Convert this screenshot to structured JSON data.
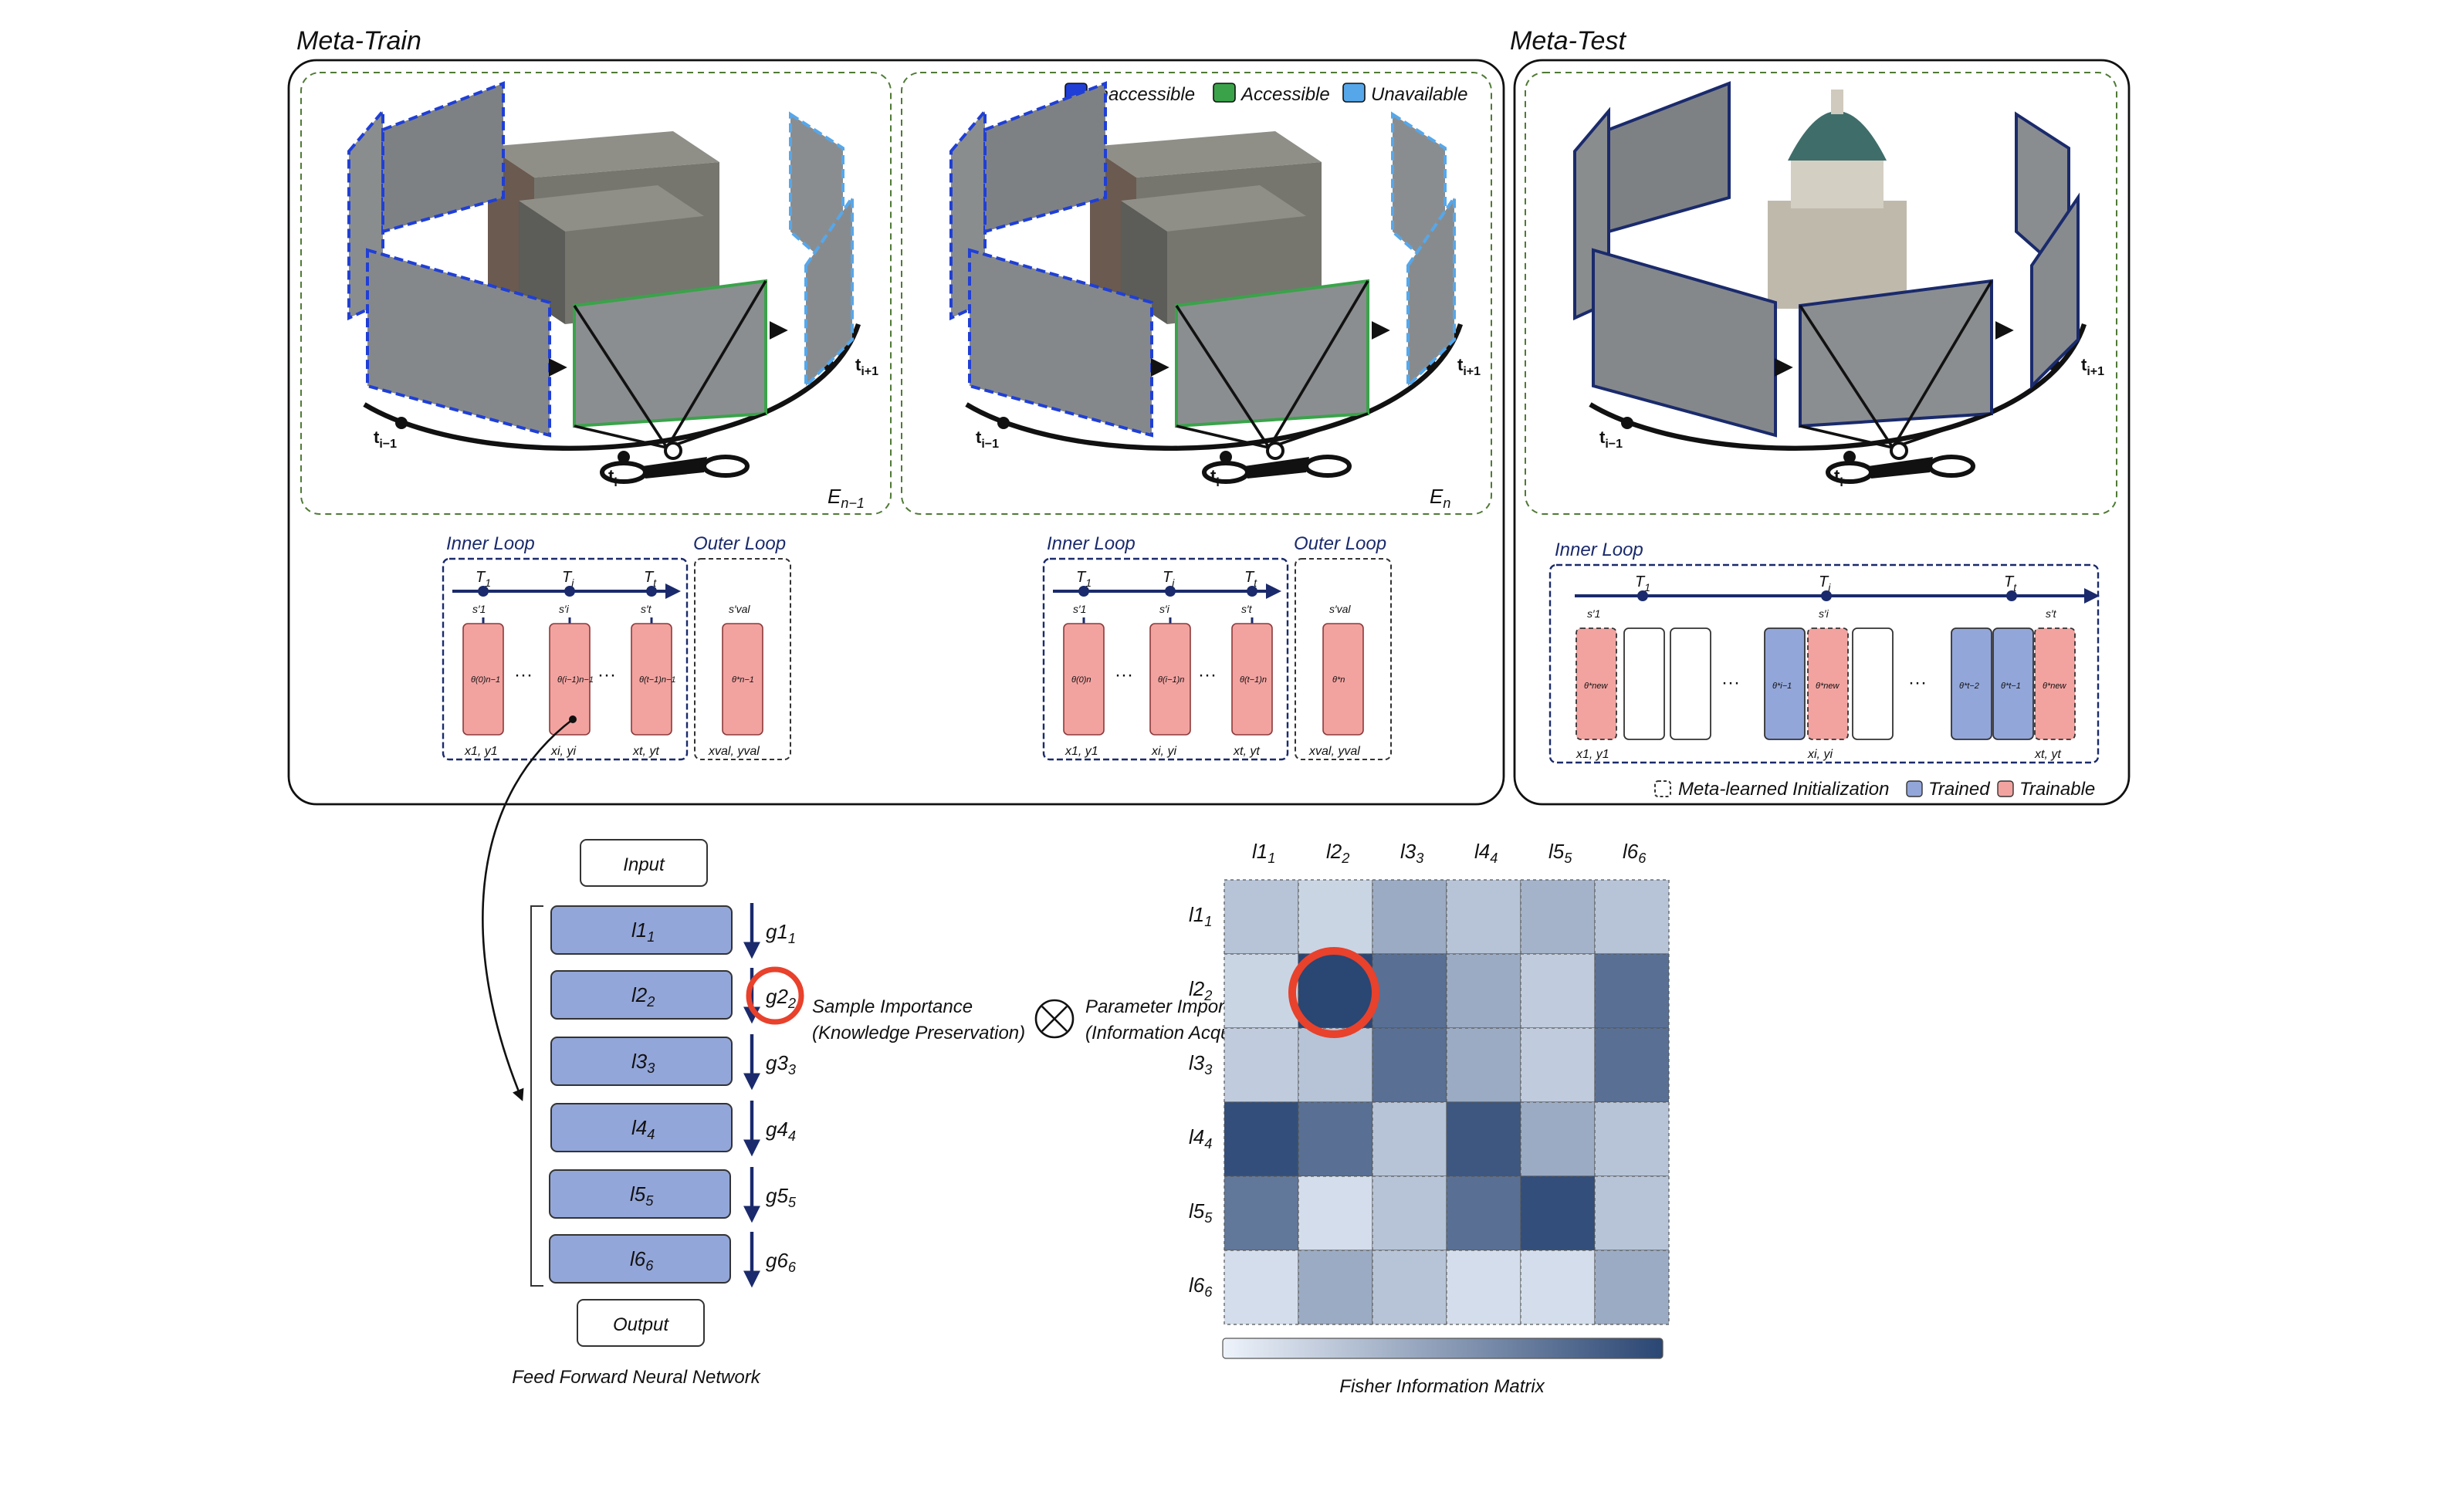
{
  "meta_train": {
    "title": "Meta-Train",
    "legend": {
      "inaccessible": "Inaccessible",
      "accessible": "Accessible",
      "unavailable": "Unavailable"
    },
    "panel1": {
      "env": "E",
      "env_sub": "n−1",
      "t_prev": "t",
      "t_prev_sub": "i−1",
      "t_cur": "t",
      "t_cur_sub": "i",
      "t_next": "t",
      "t_next_sub": "i+1"
    },
    "panel2": {
      "env": "E",
      "env_sub": "n",
      "t_prev": "t",
      "t_prev_sub": "i−1",
      "t_cur": "t",
      "t_cur_sub": "i",
      "t_next": "t",
      "t_next_sub": "i+1"
    },
    "loops": {
      "inner_label": "Inner Loop",
      "outer_label": "Outer Loop",
      "tasks": [
        {
          "T": "T",
          "sub": "1"
        },
        {
          "T": "T",
          "sub": "i"
        },
        {
          "T": "T",
          "sub": "t"
        }
      ],
      "streams": [
        "s′1",
        "s′i",
        "s′t"
      ],
      "val_stream": "s′val",
      "io": [
        "x1, y1",
        "xi, yi",
        "xt, yt"
      ],
      "val_io": "xval, yval",
      "ellipsis": "···",
      "params_left": [
        "θ(0)n−1",
        "θ(i−1)n−1",
        "θ(t−1)n−1"
      ],
      "outer_param_left": "θ*n−1",
      "params_right": [
        "θ(0)n",
        "θ(i−1)n",
        "θ(t−1)n"
      ],
      "outer_param_right": "θ*n"
    }
  },
  "meta_test": {
    "title": "Meta-Test",
    "t_prev": "t",
    "t_prev_sub": "i−1",
    "t_cur": "t",
    "t_cur_sub": "i",
    "t_next": "t",
    "t_next_sub": "i+1",
    "inner_label": "Inner Loop",
    "tasks": [
      {
        "T": "T",
        "sub": "1"
      },
      {
        "T": "T",
        "sub": "i"
      },
      {
        "T": "T",
        "sub": "t"
      }
    ],
    "streams": [
      "s′1",
      "s′i",
      "s′t"
    ],
    "io": [
      "x1, y1",
      "xi, yi",
      "xt, yt"
    ],
    "ellipsis": "···",
    "params": [
      "θ*new",
      "θ*i−1",
      "θ*new",
      "θ*t−2",
      "θ*t−1",
      "θ*new"
    ],
    "legend": {
      "init": "Meta-learned Initialization",
      "trained": "Trained",
      "trainable": "Trainable"
    }
  },
  "network": {
    "input": "Input",
    "output": "Output",
    "layers": [
      "l1",
      "l2",
      "l3",
      "l4",
      "l5",
      "l6"
    ],
    "grads": [
      "g1",
      "g2",
      "g3",
      "g4",
      "g5",
      "g6"
    ],
    "caption": "Feed Forward Neural Network"
  },
  "importance": {
    "sample_line1": "Sample Importance",
    "sample_line2": "(Knowledge Preservation)",
    "param_line1": "Parameter Importance",
    "param_line2": "(Information Acquisition)",
    "operator": "⊗"
  },
  "fisher": {
    "caption": "Fisher Information Matrix",
    "col_labels": [
      "l1",
      "l2",
      "l3",
      "l4",
      "l5",
      "l6"
    ],
    "row_labels": [
      "l1",
      "l2",
      "l3",
      "l4",
      "l5",
      "l6"
    ],
    "levels": [
      [
        0.25,
        0.15,
        0.4,
        0.25,
        0.35,
        0.25
      ],
      [
        0.15,
        1.0,
        0.75,
        0.4,
        0.2,
        0.75
      ],
      [
        0.2,
        0.25,
        0.75,
        0.4,
        0.2,
        0.75
      ],
      [
        0.95,
        0.75,
        0.25,
        0.9,
        0.4,
        0.25
      ],
      [
        0.7,
        0.1,
        0.25,
        0.75,
        0.95,
        0.25
      ],
      [
        0.1,
        0.4,
        0.25,
        0.1,
        0.1,
        0.4
      ]
    ],
    "colors": {
      "low": "#e6eef8",
      "high": "#2a4673"
    }
  },
  "colors": {
    "inaccessible": "#1f3fd6",
    "accessible": "#3aa34a",
    "unavailable": "#56a7ea",
    "trainable": "#f2a3a0",
    "trained": "#93a6d9",
    "navy": "#1a2a6c",
    "highlight": "#e8412c"
  }
}
